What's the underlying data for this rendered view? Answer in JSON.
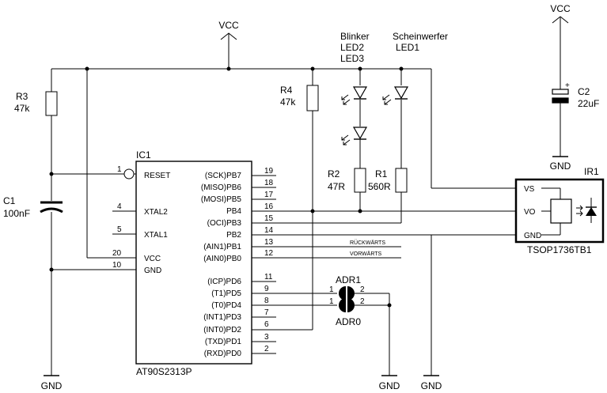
{
  "power": {
    "vcc_top": "VCC",
    "vcc_right": "VCC",
    "gnd_c1": "GND",
    "gnd_adr": "GND",
    "gnd_ir": "GND",
    "gnd_c2": "GND"
  },
  "components": {
    "r3": {
      "ref": "R3",
      "value": "47k"
    },
    "r4": {
      "ref": "R4",
      "value": "47k"
    },
    "r2": {
      "ref": "R2",
      "value": "47R"
    },
    "r1": {
      "ref": "R1",
      "value": "560R"
    },
    "c1": {
      "ref": "C1",
      "value": "100nF"
    },
    "c2": {
      "ref": "C2",
      "value": "22uF",
      "polarity": "+"
    },
    "blinker": {
      "title": "Blinker",
      "leds": [
        "LED2",
        "LED3"
      ]
    },
    "headlight": {
      "title": "Scheinwerfer",
      "leds": [
        "LED1"
      ]
    },
    "ic1": {
      "ref": "IC1",
      "part": "AT90S2313P"
    },
    "ir1": {
      "ref": "IR1",
      "part": "TSOP1736TB1",
      "pins": [
        "VS",
        "VO",
        "GND"
      ]
    },
    "adr1": {
      "ref": "ADR1",
      "pin1": "1",
      "pin2": "2"
    },
    "adr0": {
      "ref": "ADR0",
      "pin1": "1",
      "pin2": "2"
    }
  },
  "ic_pins_left": [
    {
      "num": "1",
      "name": "RESET"
    },
    {
      "num": "4",
      "name": "XTAL2"
    },
    {
      "num": "5",
      "name": "XTAL1"
    },
    {
      "num": "20",
      "name": "VCC"
    },
    {
      "num": "10",
      "name": "GND"
    }
  ],
  "ic_pins_right": [
    {
      "num": "19",
      "name": "(SCK)PB7"
    },
    {
      "num": "18",
      "name": "(MISO)PB6"
    },
    {
      "num": "17",
      "name": "(MOSI)PB5"
    },
    {
      "num": "16",
      "name": "PB4"
    },
    {
      "num": "15",
      "name": "(OCI)PB3"
    },
    {
      "num": "14",
      "name": "PB2"
    },
    {
      "num": "13",
      "name": "(AIN1)PB1"
    },
    {
      "num": "12",
      "name": "(AIN0)PB0"
    },
    {
      "num": "11",
      "name": "(ICP)PD6"
    },
    {
      "num": "9",
      "name": "(T1)PD5"
    },
    {
      "num": "8",
      "name": "(T0)PD4"
    },
    {
      "num": "7",
      "name": "(INT1)PD3"
    },
    {
      "num": "6",
      "name": "(INT0)PD2"
    },
    {
      "num": "3",
      "name": "(TXD)PD1"
    },
    {
      "num": "2",
      "name": "(RXD)PD0"
    }
  ],
  "signals": {
    "backward": "RÜCKWÄRTS",
    "forward": "VORWÄRTS"
  }
}
